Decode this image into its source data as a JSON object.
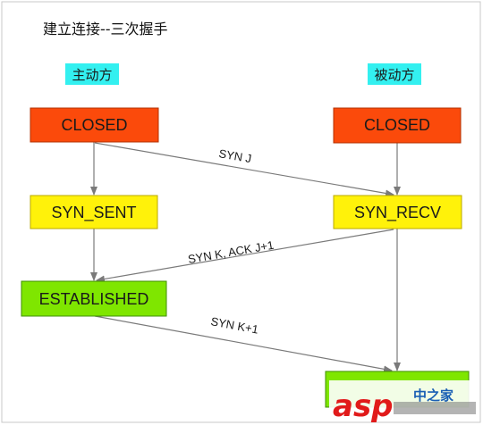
{
  "title": "建立连接--三次握手",
  "roles": {
    "client": "主动方",
    "server": "被动方"
  },
  "states": {
    "client_closed": "CLOSED",
    "server_closed": "CLOSED",
    "syn_sent": "SYN_SENT",
    "syn_recv": "SYN_RECV",
    "client_established": "ESTABLISHED"
  },
  "messages": {
    "syn": "SYN J",
    "syn_ack": "SYN K, ACK J+1",
    "ack": "SYN K+1"
  },
  "watermark": {
    "brand": "asp",
    "site": "中之家"
  },
  "colors": {
    "closed_fill": "#fb4a0b",
    "closed_stroke": "#b33000",
    "pending_fill": "#fff20a",
    "pending_stroke": "#b8a800",
    "established_fill": "#7fe600",
    "established_stroke": "#3f8f00",
    "role_fill": "#33f0f0",
    "line": "#7a7a7a",
    "watermark": "#e11a1a"
  }
}
